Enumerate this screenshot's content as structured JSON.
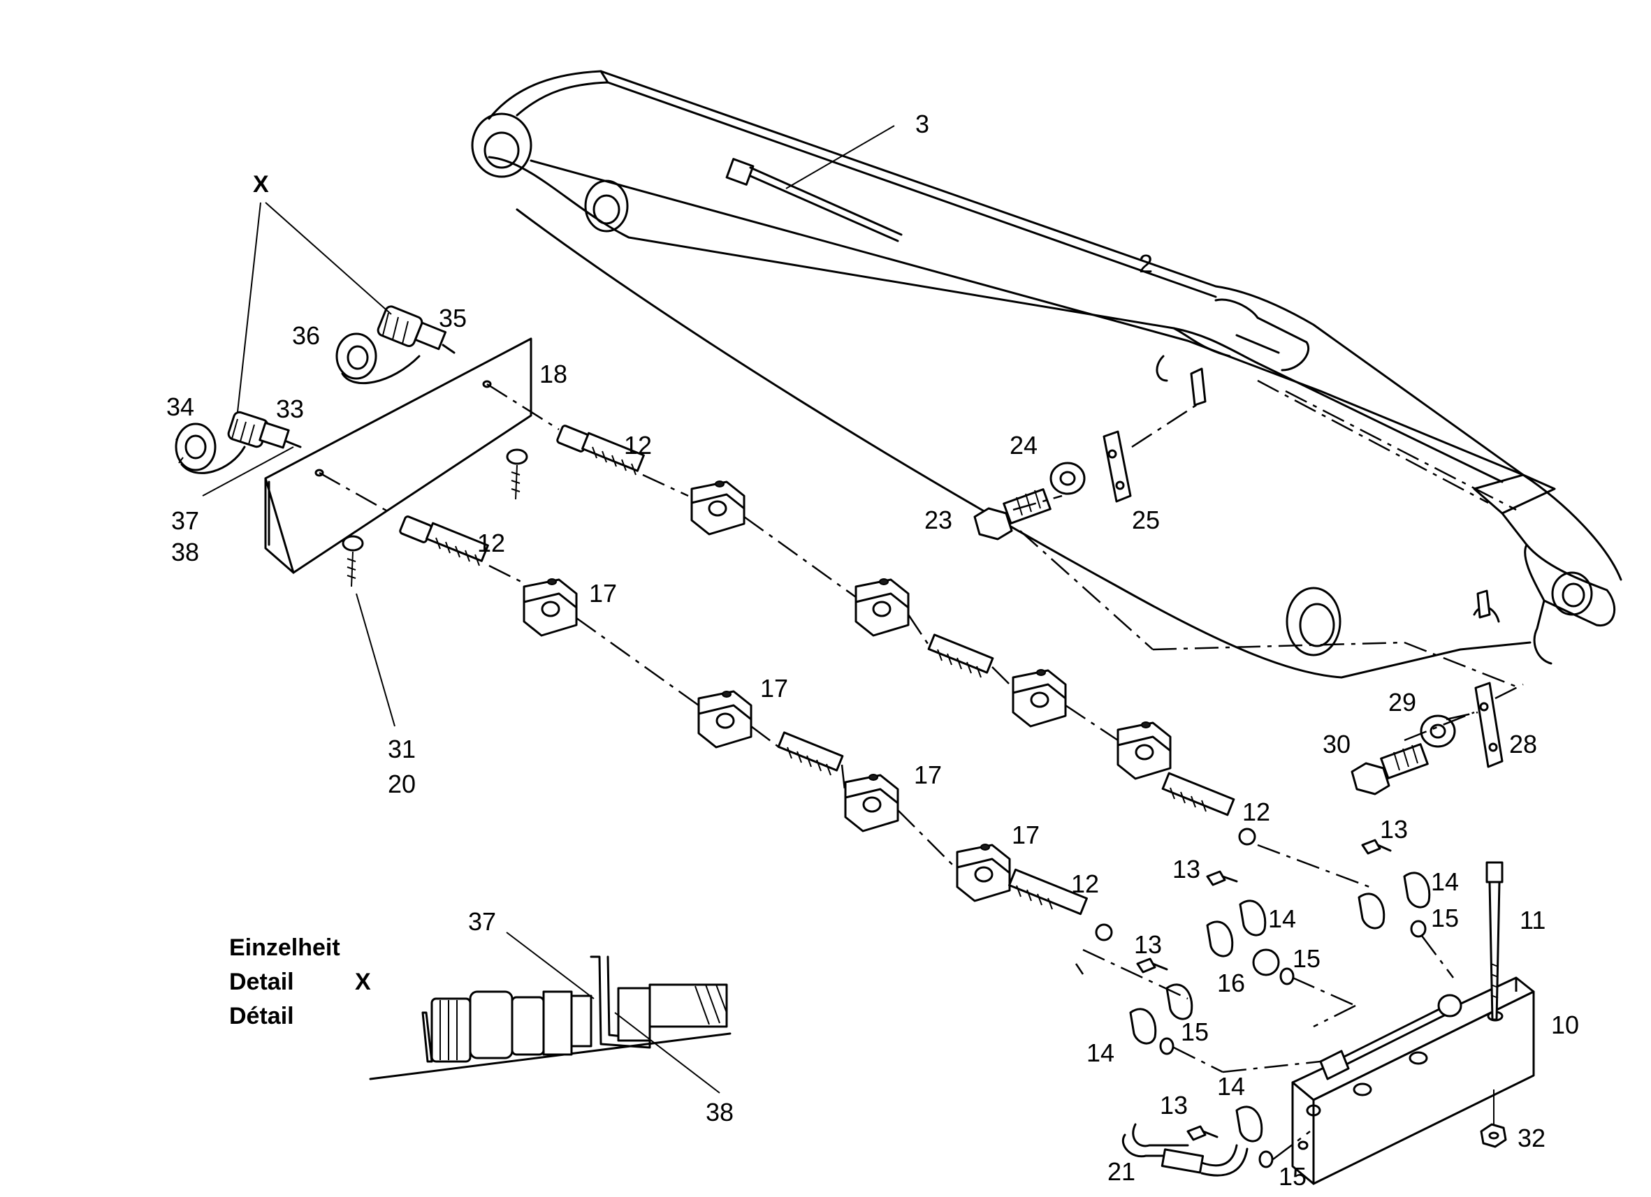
{
  "callouts": {
    "c2": "2",
    "c3": "3",
    "cX": "X",
    "c10": "10",
    "c11": "11",
    "c12a": "12",
    "c12b": "12",
    "c12c": "12",
    "c12d": "12",
    "c13a": "13",
    "c13b": "13",
    "c13c": "13",
    "c13d": "13",
    "c14a": "14",
    "c14b": "14",
    "c14c": "14",
    "c14d": "14",
    "c15a": "15",
    "c15b": "15",
    "c15c": "15",
    "c15d": "15",
    "c16": "16",
    "c17a": "17",
    "c17b": "17",
    "c17c": "17",
    "c17d": "17",
    "c18": "18",
    "c20": "20",
    "c21": "21",
    "c23": "23",
    "c24": "24",
    "c25": "25",
    "c28": "28",
    "c29": "29",
    "c30": "30",
    "c31": "31",
    "c32": "32",
    "c33": "33",
    "c34": "34",
    "c35": "35",
    "c36": "36",
    "c37": "37",
    "c38": "38",
    "c37d": "37",
    "c38d": "38"
  },
  "detail": {
    "line1": "Einzelheit",
    "line2": "Detail",
    "line3": "Détail",
    "marker": "X"
  }
}
